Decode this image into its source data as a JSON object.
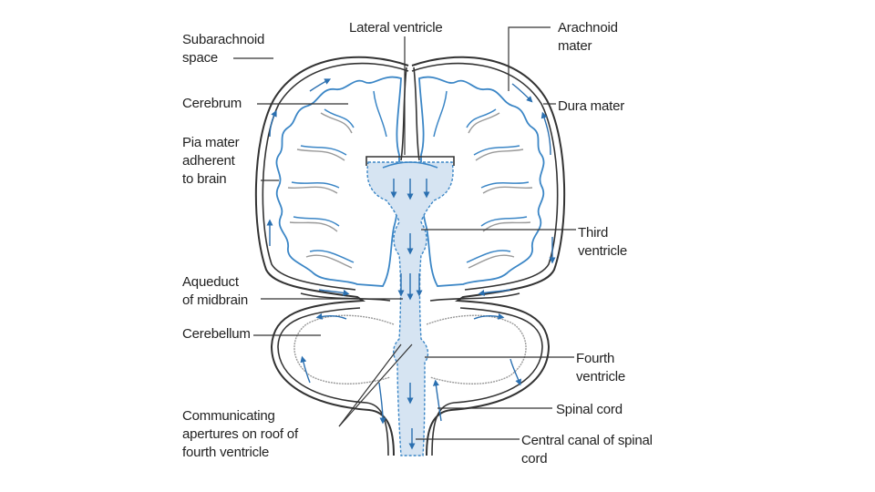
{
  "labels": {
    "subarachnoid": "Subarachnoid\nspace",
    "lateral_ventricle": "Lateral ventricle",
    "arachnoid": "Arachnoid\nmater",
    "cerebrum": "Cerebrum",
    "dura": "Dura mater",
    "pia": "Pia mater\nadherent\nto brain",
    "third_ventricle": "Third\nventricle",
    "aqueduct": "Aqueduct\nof midbrain",
    "cerebellum": "Cerebellum",
    "fourth_ventricle": "Fourth\nventricle",
    "communicating": "Communicating\napertures on roof of\nfourth ventricle",
    "spinal_cord": "Spinal cord",
    "central_canal": "Central canal of spinal\ncord"
  },
  "colors": {
    "line": "#333333",
    "csf_fill": "#d6e4f2",
    "flow_arrow": "#2a6fb0",
    "cortex_outline": "#3b86c6"
  }
}
